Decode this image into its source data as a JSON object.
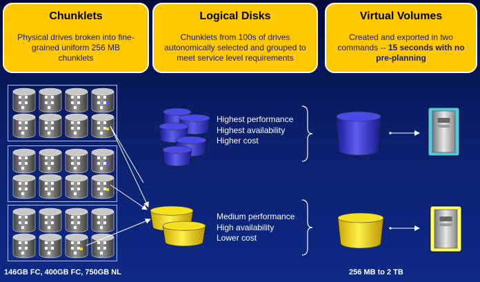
{
  "cards": [
    {
      "title": "Chunklets",
      "body": "Physical drives broken into fine-grained uniform 256 MB chunklets",
      "bold": ""
    },
    {
      "title": "Logical Disks",
      "body": "Chunklets from 100s of drives autonomically selected and grouped to meet service level requirements",
      "bold": ""
    },
    {
      "title": "Virtual Volumes",
      "body": "Created and exported in two commands -- ",
      "bold": "15 seconds with no pre-planning"
    }
  ],
  "tier1": {
    "line1": "Highest performance",
    "line2": "Highest availability",
    "line3": "Higher cost"
  },
  "tier2": {
    "line1": "Medium performance",
    "line2": "High availability",
    "line3": "Lower cost"
  },
  "bottom": {
    "drives": "146GB FC,  400GB FC,  750GB NL",
    "size": "256 MB to 2 TB"
  },
  "colors": {
    "card": "#ffc800",
    "highDisk": "#3b3bd6",
    "medDisk": "#f0dc14",
    "driveBody": "#6a6a6a"
  }
}
